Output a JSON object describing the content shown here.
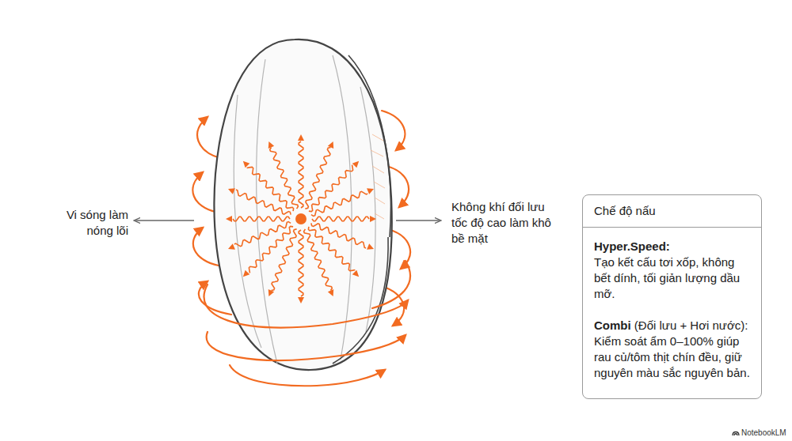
{
  "diagram": {
    "nodes": [
      {
        "text": [
          "Chế độ nấu",
          "Hyper.Speed:",
          "Tạo kết cấu tơi xốp, không bết dính, tối giản lượng dầu mỡ.",
          "Combi",
          "(Đối lưu + Hơi nước):",
          "Kiểm soát ẩm 0–100% giúp rau củ/tôm thịt chín đều, giữ nguyên màu sắc nguyên bản."
        ]
      }
    ],
    "labels": [
      "Vi sóng làm nóng lõi",
      "Không khí đối lưu tốc độ cao làm khô bề mặt",
      "NotebookLM"
    ]
  }
}
